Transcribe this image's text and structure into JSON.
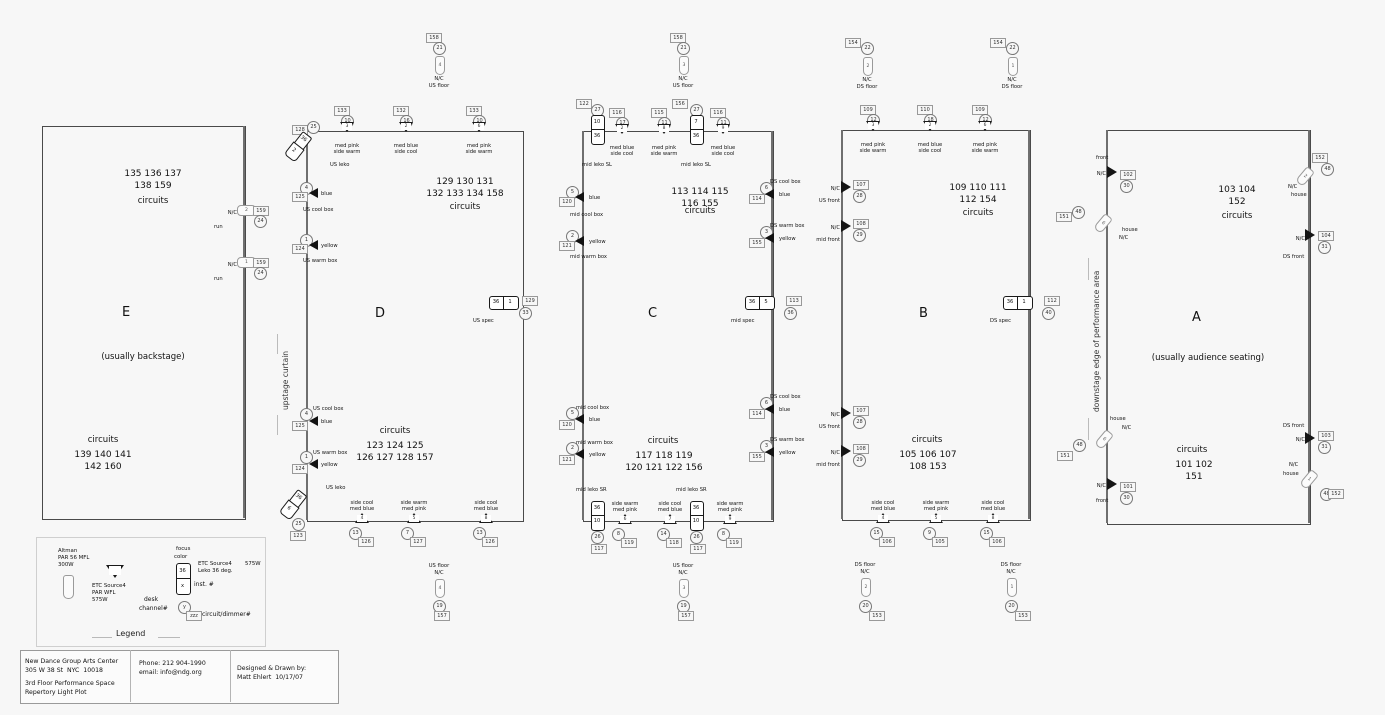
{
  "document": {
    "title": "Repertory Light Plot",
    "venue_name": "New Dance Group Arts Center",
    "venue_address": "305 W 38 St  NYC  10018",
    "venue_space": "3rd Floor Performance Space",
    "venue_plot": "Repertory Light Plot",
    "phone": "Phone: 212 904-1990",
    "email": "email: info@ndg.org",
    "designed_label": "Designed & Drawn by:",
    "designer": "Matt Ehlert  10/17/07"
  },
  "legend": {
    "title": "Legend",
    "par56": "Altman\nPAR 56 MFL\n300W",
    "s4par": "ETC Source4\nPAR WFL\n575W",
    "focus": "focus",
    "color": "color",
    "s4leko": "ETC Source4\nLeko 36 deg.",
    "s4leko_watt": "575W",
    "inst": "inst. #",
    "desk": "desk",
    "channel": "channel#",
    "circuit": "circuit/dimmer#",
    "sample_color": "36",
    "sample_inst": "x",
    "sample_channel": "y",
    "sample_circuit": "zzz"
  },
  "annotations": {
    "upstage_curtain": "upstage curtain",
    "downstage_edge": "downstage edge of performance area"
  },
  "areas": [
    {
      "id": "E",
      "letter": "E",
      "note": "(usually backstage)",
      "top_circuits": "135 136 137\n138 159",
      "top_circuits_label": "circuits",
      "bottom_circuits": "139 140 141\n142 160",
      "bottom_circuits_label": "circuits"
    },
    {
      "id": "D",
      "letter": "D",
      "note": "",
      "top_circuits": "129 130 131\n132 133 134 158",
      "top_circuits_label": "circuits",
      "bottom_circuits": "123 124 125\n126 127 128 157",
      "bottom_circuits_label": "circuits"
    },
    {
      "id": "C",
      "letter": "C",
      "note": "",
      "top_circuits": "113 114 115\n116 155",
      "top_circuits_label": "circuits",
      "bottom_circuits": "117 118 119\n120 121 122 156",
      "bottom_circuits_label": "circuits"
    },
    {
      "id": "B",
      "letter": "B",
      "note": "",
      "top_circuits": "109 110 111\n112 154",
      "top_circuits_label": "circuits",
      "bottom_circuits": "105 106 107\n108 153",
      "bottom_circuits_label": "circuits"
    },
    {
      "id": "A",
      "letter": "A",
      "note": "(usually audience seating)",
      "top_circuits": "103 104\n152",
      "top_circuits_label": "circuits",
      "bottom_circuits": "101 102\n151",
      "bottom_circuits_label": "circuits"
    }
  ],
  "fixtures": {
    "floor_top": [
      {
        "name": "us-floor-d",
        "circuit": "158",
        "channel": "21",
        "inst": "4",
        "focus": "N/C",
        "position": "US floor"
      },
      {
        "name": "us-floor-c",
        "circuit": "158",
        "channel": "21",
        "inst": "3",
        "focus": "N/C",
        "position": "US floor"
      },
      {
        "name": "ds-floor-b-left",
        "circuit": "154",
        "channel": "22",
        "inst": "2",
        "focus": "N/C",
        "position": "DS floor"
      },
      {
        "name": "ds-floor-b-right",
        "circuit": "154",
        "channel": "22",
        "inst": "1",
        "focus": "N/C",
        "position": "DS floor"
      }
    ],
    "floor_bottom": [
      {
        "name": "us-floor-d-b",
        "circuit": "157",
        "channel": "19",
        "inst": "4",
        "focus": "N/C",
        "position": "US floor"
      },
      {
        "name": "us-floor-c-b",
        "circuit": "157",
        "channel": "19",
        "inst": "3",
        "focus": "N/C",
        "position": "US floor"
      },
      {
        "name": "ds-floor-b-bl",
        "circuit": "153",
        "channel": "20",
        "inst": "2",
        "focus": "N/C",
        "position": "DS floor"
      },
      {
        "name": "ds-floor-b-br",
        "circuit": "153",
        "channel": "20",
        "inst": "1",
        "focus": "N/C",
        "position": "DS floor"
      }
    ],
    "area_d_top_bar": [
      {
        "circuit": "133",
        "channel": "10",
        "inst": "3",
        "desc": "med pink\nside warm"
      },
      {
        "circuit": "132",
        "channel": "16",
        "inst": "2",
        "desc": "med blue\nside cool"
      },
      {
        "circuit": "133",
        "channel": "10",
        "inst": "6",
        "desc": "med pink\nside warm"
      }
    ],
    "area_d_bottom_bar": [
      {
        "circuit": "126",
        "channel": "13",
        "inst": "4",
        "desc": "side cool\nmed blue"
      },
      {
        "circuit": "127",
        "channel": "7",
        "inst": "5",
        "desc": "side warm\nmed pink"
      },
      {
        "circuit": "126",
        "channel": "13",
        "inst": "8",
        "desc": "side cool\nmed blue"
      }
    ],
    "area_c_top_bar": [
      {
        "circuit": "116",
        "channel": "17",
        "inst": "2",
        "desc": "med blue\nside cool"
      },
      {
        "circuit": "115",
        "channel": "11",
        "inst": "8",
        "desc": "med pink\nside warm"
      },
      {
        "circuit": "116",
        "channel": "11",
        "inst": "9",
        "desc": "med blue\nside cool"
      }
    ],
    "area_c_bottom_bar": [
      {
        "circuit": "119",
        "channel": "8",
        "inst": "6",
        "desc": "side warm\nmed pink"
      },
      {
        "circuit": "118",
        "channel": "14",
        "inst": "7",
        "desc": "side cool\nmed blue"
      },
      {
        "circuit": "119",
        "channel": "8",
        "inst": "9",
        "desc": "side warm\nmed pink"
      }
    ],
    "area_b_top_bar": [
      {
        "circuit": "109",
        "channel": "12",
        "inst": "3",
        "desc": "med pink\nside warm"
      },
      {
        "circuit": "110",
        "channel": "18",
        "inst": "2",
        "desc": "med blue\nside cool"
      },
      {
        "circuit": "109",
        "channel": "12",
        "inst": "6",
        "desc": "med pink\nside warm"
      }
    ],
    "area_b_bottom_bar": [
      {
        "circuit": "106",
        "channel": "15",
        "inst": "4",
        "desc": "side cool\nmed blue"
      },
      {
        "circuit": "105",
        "channel": "9",
        "inst": "5",
        "desc": "side warm\nmed pink"
      },
      {
        "circuit": "106",
        "channel": "15",
        "inst": "8",
        "desc": "side cool\nmed blue"
      }
    ],
    "boxbooms": [
      {
        "name": "d-us-cool-box-top",
        "circuit": "125",
        "channel": "4",
        "inst": "5",
        "color": "blue",
        "position": "US cool box"
      },
      {
        "name": "d-us-warm-box-top",
        "circuit": "124",
        "channel": "1",
        "inst": "7",
        "color": "yellow",
        "position": "US warm box"
      },
      {
        "name": "d-us-cool-box-bot",
        "circuit": "125",
        "channel": "4",
        "inst": "6",
        "color": "blue",
        "position": "US cool box"
      },
      {
        "name": "d-us-warm-box-bot",
        "circuit": "124",
        "channel": "1",
        "inst": "8",
        "color": "yellow",
        "position": "US warm box"
      },
      {
        "name": "c-mid-cool-box-top",
        "circuit": "120",
        "channel": "5",
        "inst": "5",
        "color": "blue",
        "position": "mid cool box"
      },
      {
        "name": "c-mid-warm-box-top",
        "circuit": "121",
        "channel": "2",
        "inst": "7",
        "color": "yellow",
        "position": "mid warm box"
      },
      {
        "name": "c-mid-cool-box-bot",
        "circuit": "120",
        "channel": "5",
        "inst": "6",
        "color": "blue",
        "position": "mid cool box"
      },
      {
        "name": "c-mid-warm-box-bot",
        "circuit": "121",
        "channel": "2",
        "inst": "8",
        "color": "yellow",
        "position": "mid warm box"
      },
      {
        "name": "c-ds-cool-box-top",
        "circuit": "114",
        "channel": "6",
        "inst": "4",
        "color": "blue",
        "position": "DS cool box"
      },
      {
        "name": "c-ds-warm-box-top",
        "circuit": "155",
        "channel": "3",
        "inst": "3",
        "color": "yellow",
        "position": "DS warm box"
      },
      {
        "name": "c-ds-cool-box-bot",
        "circuit": "114",
        "channel": "6",
        "inst": "4",
        "color": "blue",
        "position": "DS cool box"
      },
      {
        "name": "c-ds-warm-box-bot",
        "circuit": "155",
        "channel": "3",
        "inst": "3",
        "color": "yellow",
        "position": "DS warm box"
      }
    ],
    "fronts": [
      {
        "name": "b-us-front-top",
        "circuit": "107",
        "channel": "28",
        "focus": "N/C",
        "position": "US front"
      },
      {
        "name": "b-mid-front-top",
        "circuit": "108",
        "channel": "29",
        "focus": "N/C",
        "position": "mid front"
      },
      {
        "name": "b-us-front-bot",
        "circuit": "107",
        "channel": "28",
        "focus": "N/C",
        "position": "US front"
      },
      {
        "name": "b-mid-front-bot",
        "circuit": "108",
        "channel": "29",
        "focus": "N/C",
        "position": "mid front"
      },
      {
        "name": "a-front-top",
        "circuit": "102",
        "channel": "30",
        "focus": "N/C",
        "position": "front"
      },
      {
        "name": "a-front-bot",
        "circuit": "101",
        "channel": "30",
        "focus": "N/C",
        "position": "front"
      },
      {
        "name": "a-ds-front-top",
        "circuit": "104",
        "channel": "31",
        "focus": "N/C",
        "position": "DS front"
      },
      {
        "name": "a-ds-front-bot",
        "circuit": "103",
        "channel": "31",
        "focus": "N/C",
        "position": "DS front"
      }
    ],
    "house": [
      {
        "name": "a-house-ul",
        "circuit": "151",
        "channel": "48",
        "inst": "6",
        "focus": "N/C",
        "position": "house"
      },
      {
        "name": "a-house-ur",
        "circuit": "152",
        "channel": "48",
        "inst": "2",
        "focus": "N/C",
        "position": "house"
      },
      {
        "name": "a-house-ll",
        "circuit": "151",
        "channel": "48",
        "inst": "6",
        "focus": "N/C",
        "position": "house"
      },
      {
        "name": "a-house-lr",
        "circuit": "152",
        "channel": "48",
        "inst": "1",
        "focus": "N/C",
        "position": "house"
      }
    ],
    "lekos": [
      {
        "name": "d-us-leko-top",
        "circuit": "128",
        "channel": "25",
        "inst": "2",
        "color": "36",
        "position": "US leko"
      },
      {
        "name": "d-us-leko-bot",
        "circuit": "123",
        "channel": "25",
        "inst": "6",
        "color": "36",
        "position": "US leko"
      },
      {
        "name": "c-mid-leko-sl-top",
        "circuit": "122",
        "channel": "27",
        "inst": "10",
        "color": "36",
        "position": "mid leko SL"
      },
      {
        "name": "c-mid-leko-sr-top",
        "circuit": "156",
        "channel": "27",
        "inst": "7",
        "color": "36",
        "position": "mid leko SL"
      },
      {
        "name": "c-mid-leko-sr-botl",
        "circuit": "117",
        "channel": "26",
        "inst": "10",
        "color": "36",
        "position": "mid leko SR"
      },
      {
        "name": "c-mid-leko-sr-botr",
        "circuit": "117",
        "channel": "26",
        "inst": "10",
        "color": "36",
        "position": "mid leko SR"
      }
    ],
    "specials": [
      {
        "name": "d-us-spec",
        "circuit": "129",
        "channel": "33",
        "inst": "1",
        "color": "36",
        "position": "US spec"
      },
      {
        "name": "c-mid-spec",
        "circuit": "113",
        "channel": "36",
        "inst": "5",
        "color": "36",
        "position": "mid spec"
      },
      {
        "name": "b-ds-spec",
        "circuit": "112",
        "channel": "40",
        "inst": "1",
        "color": "36",
        "position": "DS spec"
      }
    ],
    "runs": [
      {
        "name": "e-run-top",
        "circuit": "159",
        "channel": "24",
        "inst": "2",
        "focus": "N/C",
        "position": "run"
      },
      {
        "name": "e-run-bot",
        "circuit": "159",
        "channel": "24",
        "inst": "1",
        "focus": "N/C",
        "position": "run"
      }
    ]
  }
}
